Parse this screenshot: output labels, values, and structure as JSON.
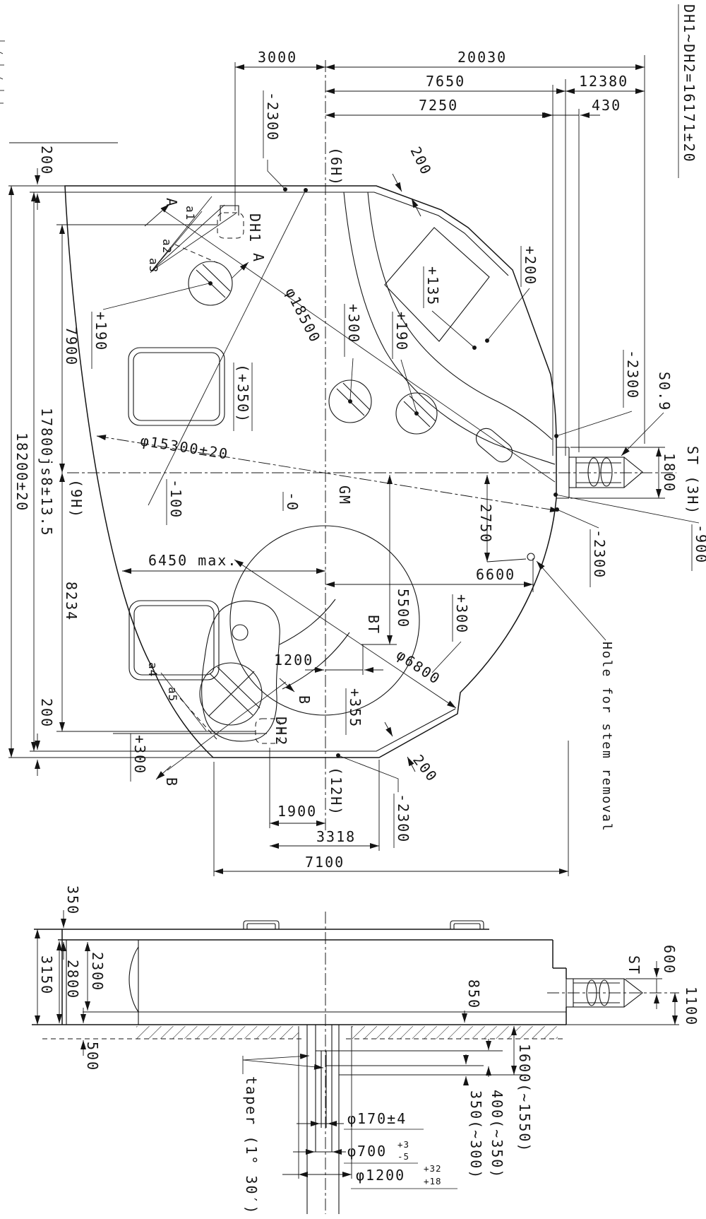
{
  "colors": {
    "ink": "#141414",
    "background": "#ffffff"
  },
  "main": {
    "top": {
      "d3000": "3000",
      "d20030": "20030",
      "d7650": "7650",
      "d12380": "12380",
      "d7250": "7250",
      "d430": "430",
      "note": "DH1~DH2=16171±20",
      "h6": "(6H)",
      "edge200": "200",
      "m2300": "-2300"
    },
    "left": {
      "t200": "200",
      "d7900": "7900",
      "d17800": "17800js8±13.5",
      "d18200": "18200±20",
      "h9": "(9H)",
      "d8234": "8234",
      "b200": "200"
    },
    "labels": {
      "A": "A",
      "B": "B",
      "a1": "a1",
      "a2": "a2",
      "a3": "a3",
      "a4": "a4",
      "a5": "a5",
      "dh1": "DH1",
      "dh2": "DH2",
      "gm": "GM",
      "bt": "BT",
      "phi18500": "φ18500",
      "phi15300": "φ15300±20",
      "phi6800": "φ6800",
      "p190": "+190",
      "p350": "(+350)",
      "p300": "+300",
      "p135": "+135",
      "p200": "+200",
      "p355": "+355",
      "m100": "-100",
      "m0": "-0",
      "m2300": "-2300",
      "m900": "-900",
      "s09": "S0.9",
      "st3h": "ST (3H)",
      "hole": "Hole for stem removal",
      "h12": "(12H)",
      "edge200": "200"
    },
    "dims": {
      "d6450": "6450 max.",
      "d6600": "6600",
      "d2750": "2750",
      "d5500": "5500",
      "d1200": "1200",
      "d1800": "1800",
      "d1900": "1900",
      "d3318": "3318",
      "d7100": "7100"
    }
  },
  "side": {
    "d350": "350",
    "d3150": "3150",
    "d2800": "2800",
    "d2300": "2300",
    "d500": "500",
    "d850": "850",
    "d1600": "1600(~1550)",
    "d350b": "350(~300)",
    "d400": "400(~350)",
    "taper": "taper (1° 30′)",
    "phi170": "φ170±4",
    "phi700": "φ700",
    "phi700t": "+3",
    "phi700b": "-5",
    "phi1200": "φ1200",
    "phi1200t": "+32",
    "phi1200b": "+18",
    "st": "ST",
    "d600": "600",
    "d1100": "1100"
  }
}
